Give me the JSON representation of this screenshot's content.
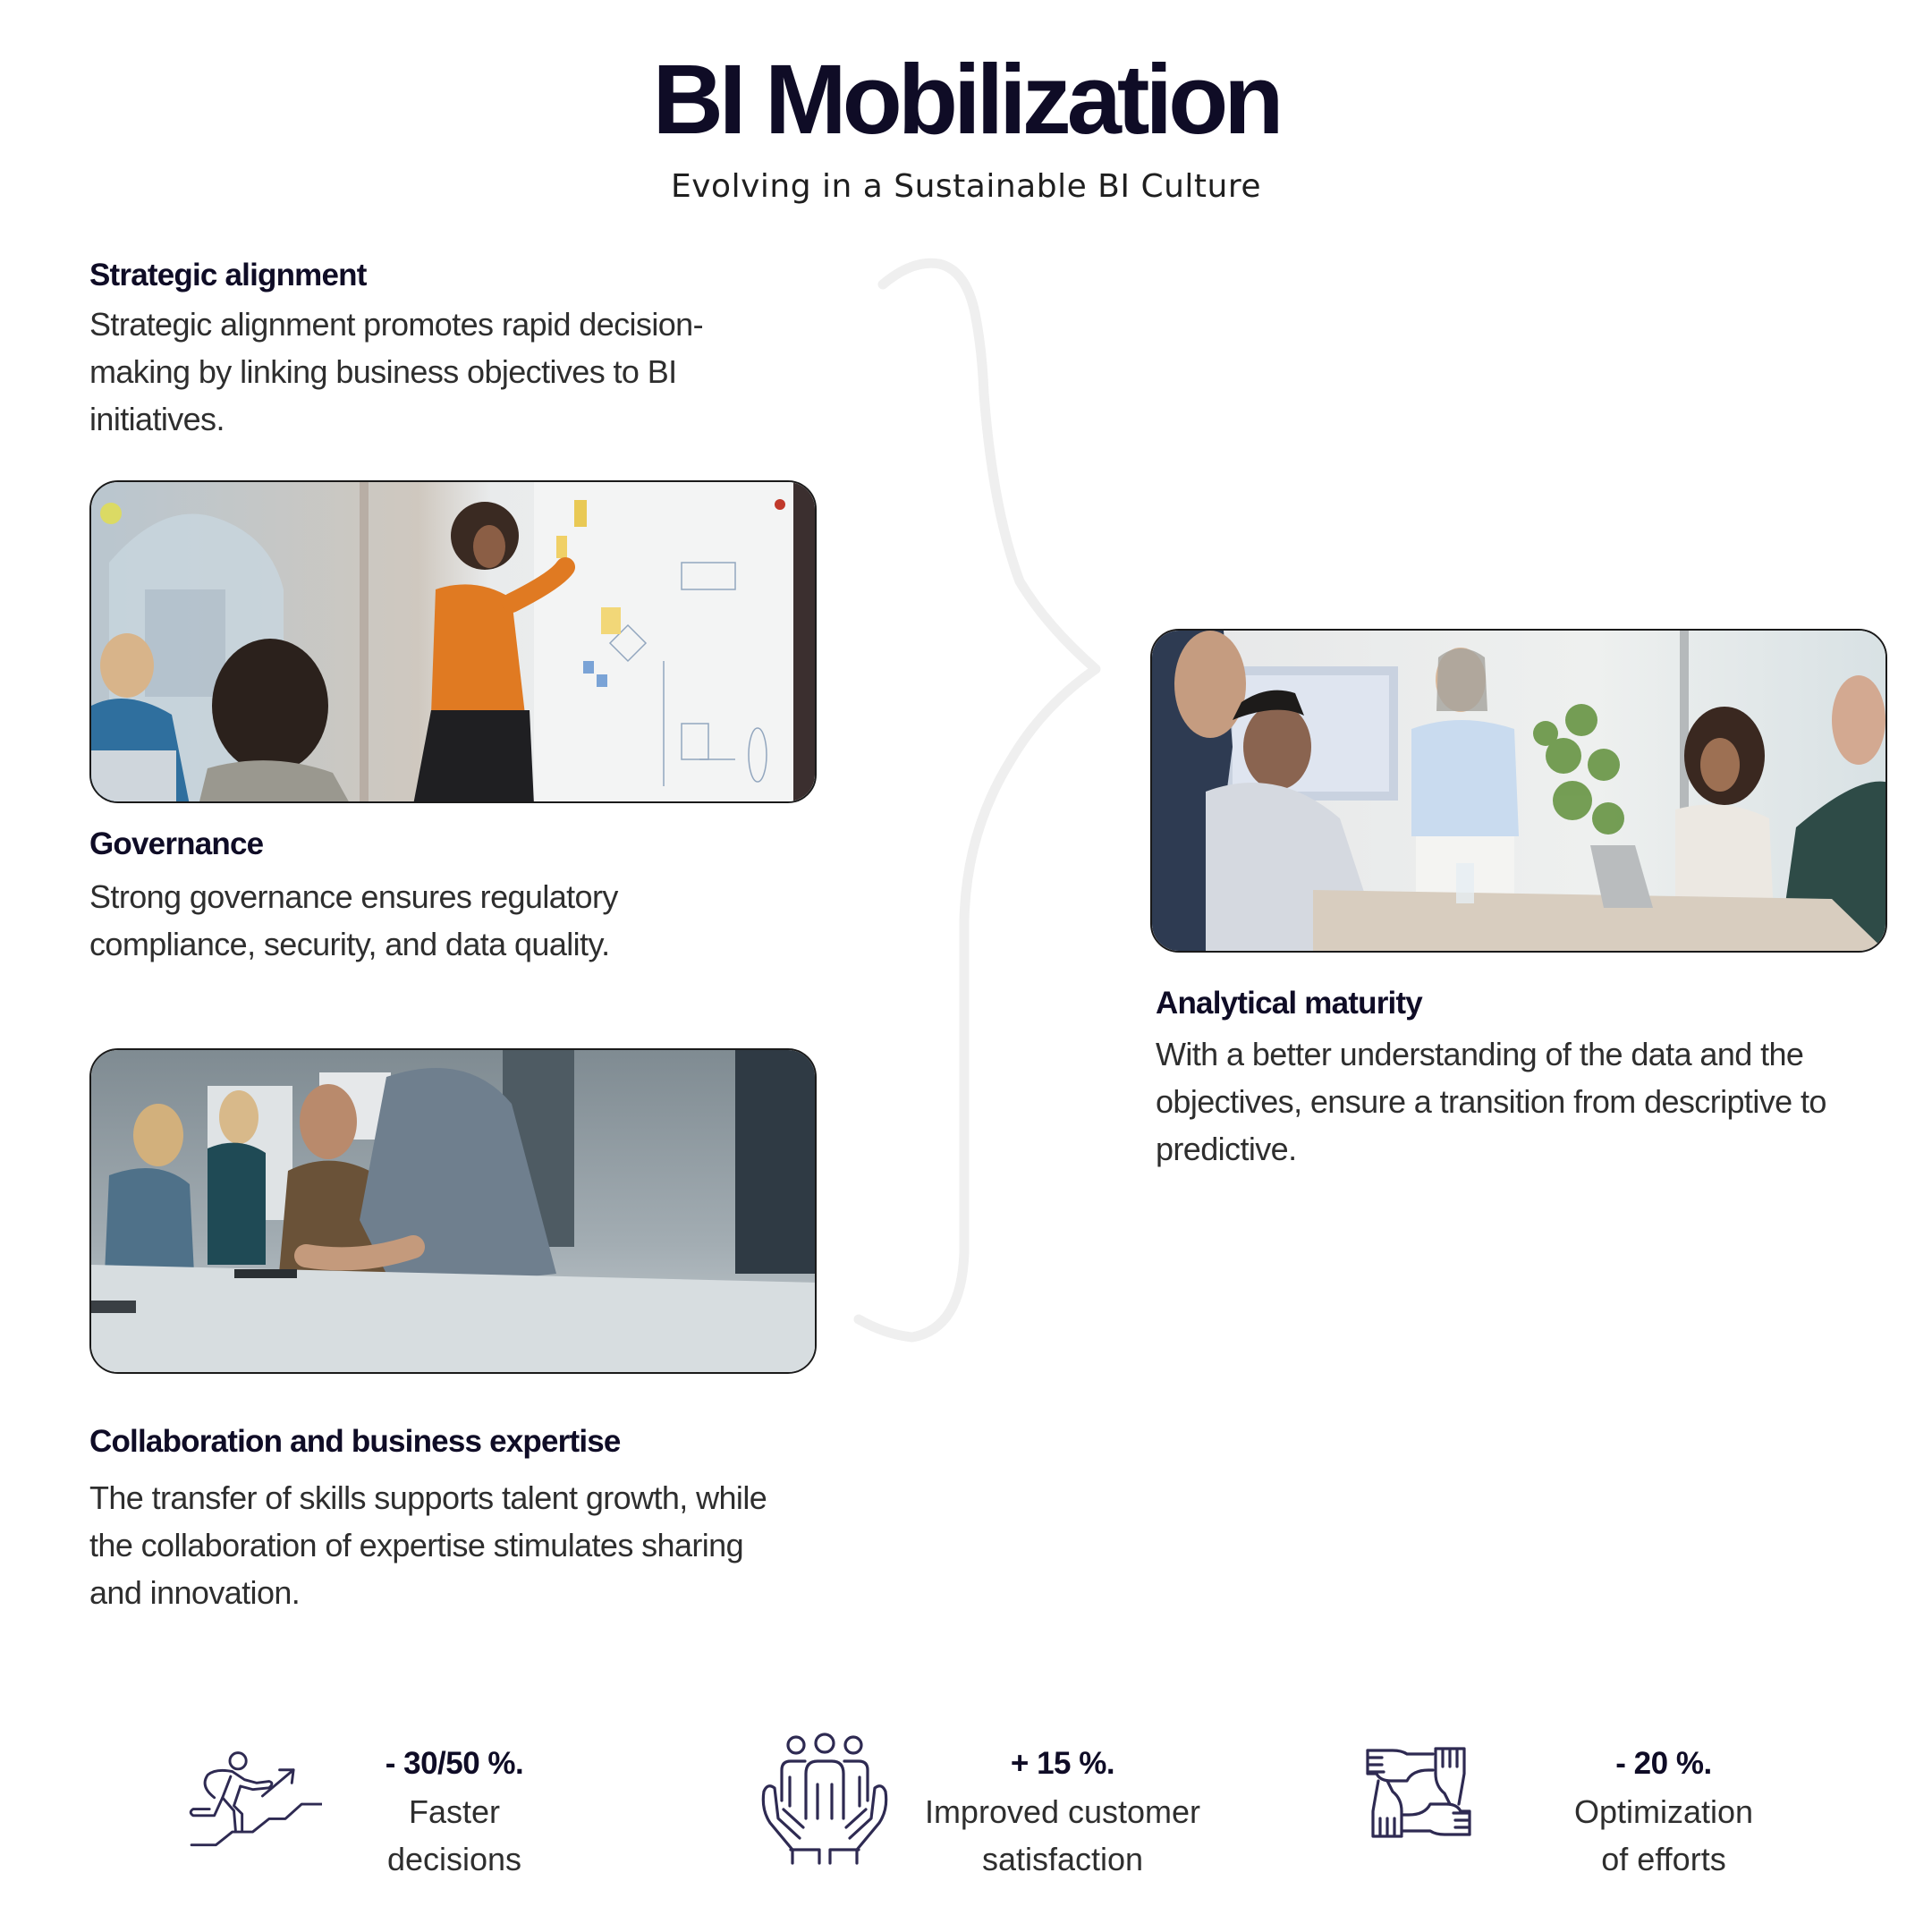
{
  "header": {
    "title": "BI Mobilization",
    "subtitle": "Evolving in a Sustainable BI Culture"
  },
  "sections": {
    "strategic": {
      "heading": "Strategic alignment",
      "lines": [
        "Strategic alignment promotes rapid decision-",
        "making by linking business objectives to BI",
        "initiatives."
      ]
    },
    "governance": {
      "heading": "Governance",
      "lines": [
        "Strong governance ensures regulatory",
        "compliance, security, and data quality."
      ]
    },
    "collaboration": {
      "heading": "Collaboration and business expertise",
      "lines": [
        "The transfer of skills supports talent growth, while",
        "the collaboration of expertise stimulates sharing",
        "and innovation."
      ]
    },
    "analytical": {
      "heading": "Analytical maturity",
      "lines": [
        "With a better understanding of the data and the",
        "objectives, ensure a transition from descriptive to",
        "predictive."
      ]
    }
  },
  "photos": {
    "whiteboard": "woman-presenting-at-whiteboard-photo",
    "meeting_table": "team-meeting-at-table-photo",
    "office_meeting": "office-team-discussion-photo"
  },
  "stats": [
    {
      "icon": "running-up-stairs-icon",
      "value": "- 30/50 %.",
      "label_lines": [
        "Faster",
        "decisions"
      ]
    },
    {
      "icon": "hands-holding-people-icon",
      "value": "+ 15 %.",
      "label_lines": [
        "Improved customer",
        "satisfaction"
      ]
    },
    {
      "icon": "four-hands-teamwork-icon",
      "value": "- 20 %.",
      "label_lines": [
        "Optimization",
        "of efforts"
      ]
    }
  ],
  "colors": {
    "title": "#0f0c26",
    "icon_stroke": "#2e2a52",
    "brace": "#efefef",
    "photo_border": "#1a1a1a"
  }
}
